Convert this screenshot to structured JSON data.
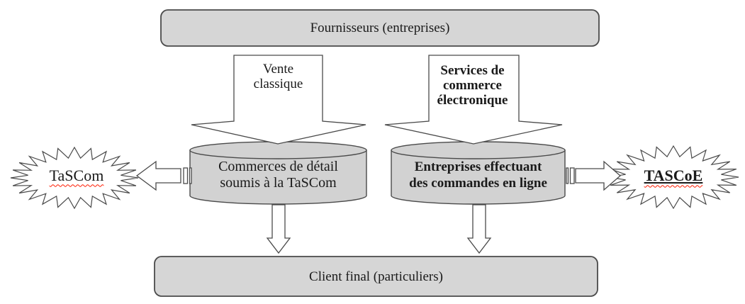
{
  "diagram": {
    "nodes": {
      "suppliers": "Fournisseurs (entreprises)",
      "client": "Client final (particuliers)",
      "retail_cylinder": "Commerces de détail\nsoumis à la TaSCom",
      "online_cylinder": "Entreprises effectuant\ndes commandes en ligne",
      "tascom_burst": "TaSCom",
      "tascoe_burst": "TASCoE"
    },
    "flows": {
      "classic_sale": "Vente\nclassique",
      "ecommerce": "Services de\ncommerce\nélectronique"
    },
    "colors": {
      "background": "#ffffff",
      "shape_fill": "#d6d6d6",
      "cylinder_fill": "#d2d2d2",
      "border": "#4a4a4a",
      "text": "#1a1a1a",
      "spellcheck": "#ff1a00"
    }
  }
}
